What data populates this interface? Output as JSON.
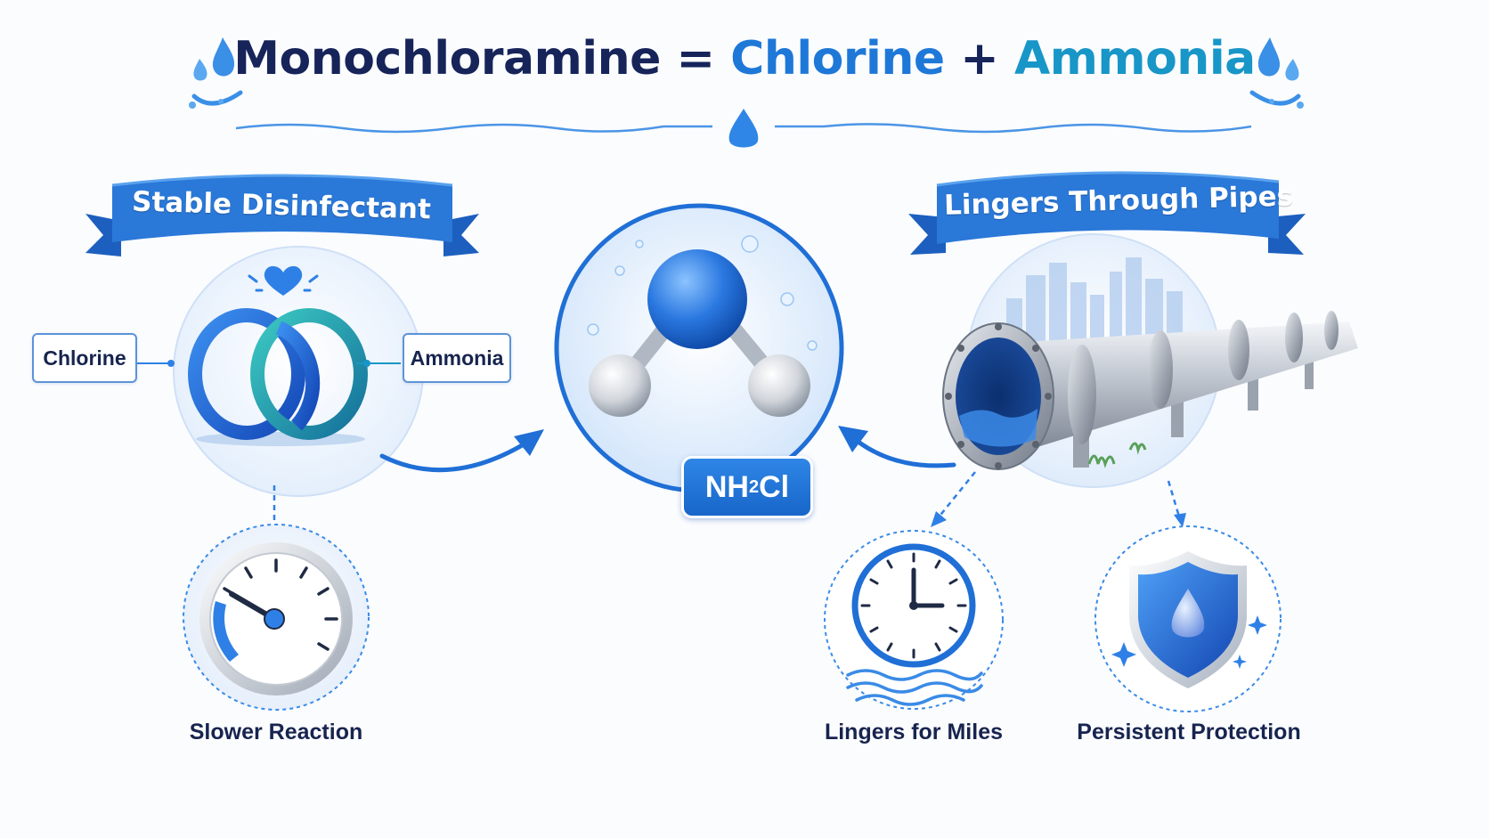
{
  "title": {
    "main": "Monochloramine",
    "equals": "=",
    "part1": "Chlorine",
    "plus": "+",
    "part2": "Ammonia"
  },
  "left_banner": "Stable Disinfectant",
  "right_banner": "Lingers Through Pipes",
  "bond_labels": {
    "left": "Chlorine",
    "right": "Ammonia"
  },
  "molecule": {
    "formula_prefix": "NH",
    "formula_subscript": "2",
    "formula_suffix": "Cl"
  },
  "features": [
    {
      "label": "Slower Reaction",
      "icon": "speedometer-icon"
    },
    {
      "label": "Lingers for Miles",
      "icon": "clock-icon"
    },
    {
      "label": "Persistent Protection",
      "icon": "shield-icon"
    }
  ],
  "colors": {
    "navy": "#16245a",
    "blue": "#1e78d8",
    "teal": "#1896c8",
    "ribbon": "#2a78d8"
  }
}
